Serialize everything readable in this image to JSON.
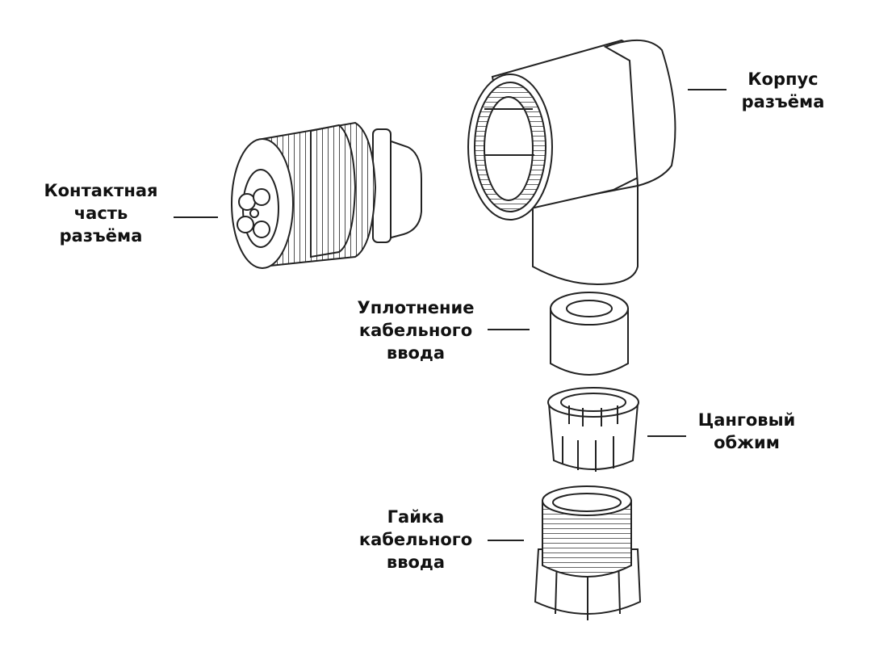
{
  "labels": {
    "contact_insert": [
      "Контактная",
      "часть",
      "разъёма"
    ],
    "housing": [
      "Корпус",
      "разъёма"
    ],
    "cable_seal": [
      "Уплотнение",
      "кабельного",
      "ввода"
    ],
    "collet_clamp": [
      "Цанговый",
      "обжим"
    ],
    "cable_nut": [
      "Гайка",
      "кабельного",
      "ввода"
    ]
  },
  "colors": {
    "line": "#222222",
    "fill": "#ffffff",
    "text": "#111111"
  }
}
